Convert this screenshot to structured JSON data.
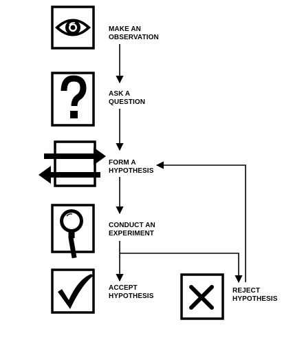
{
  "steps": {
    "observation": {
      "line1": "MAKE AN",
      "line2": "OBSERVATION",
      "icon": "eye-icon"
    },
    "question": {
      "line1": "ASK A",
      "line2": "QUESTION",
      "icon": "question-mark-icon"
    },
    "hypothesis": {
      "line1": "FORM A",
      "line2": "HYPOTHESIS",
      "icon": "opposing-arrows-icon"
    },
    "experiment": {
      "line1": "CONDUCT AN",
      "line2": "EXPERIMENT",
      "icon": "magnifying-glass-icon"
    },
    "accept": {
      "line1": "ACCEPT",
      "line2": "HYPOTHESIS",
      "icon": "checkmark-icon"
    },
    "reject": {
      "line1": "REJECT",
      "line2": "HYPOTHESIS",
      "icon": "x-mark-icon"
    }
  },
  "colors": {
    "ink": "#000000",
    "background": "#ffffff"
  }
}
